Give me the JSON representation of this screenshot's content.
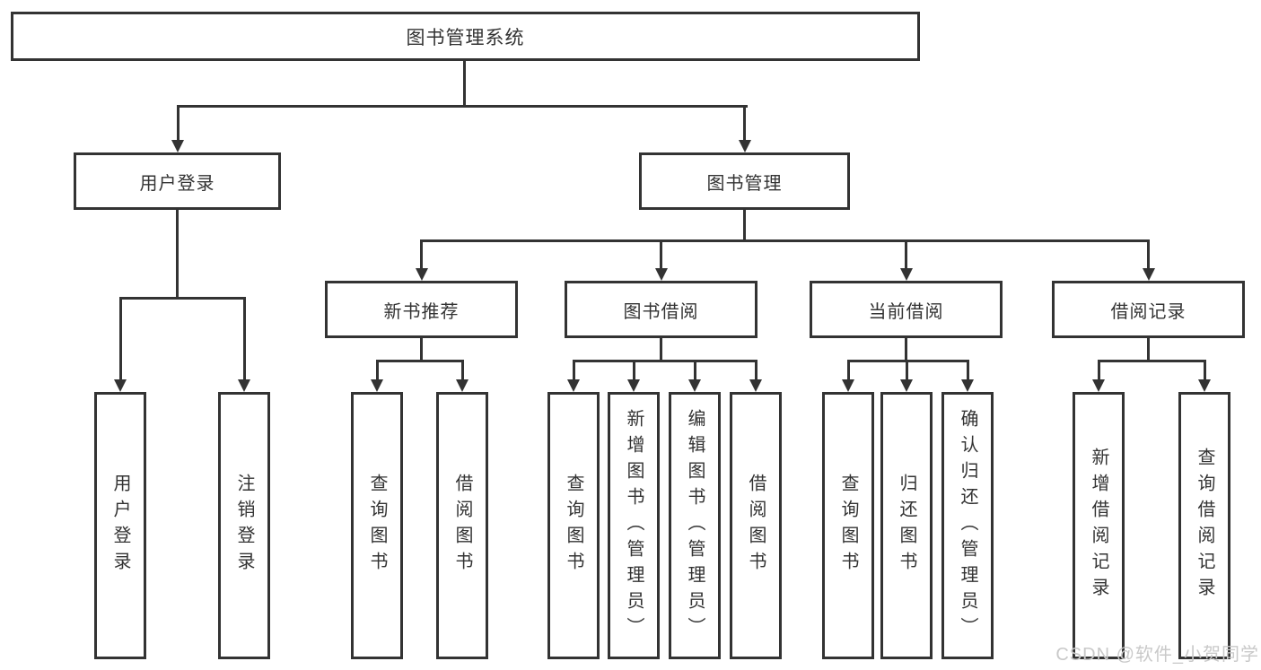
{
  "tree": {
    "root": "图书管理系统",
    "level2": [
      {
        "id": "user-login",
        "label": "用户登录"
      },
      {
        "id": "book-management",
        "label": "图书管理"
      }
    ],
    "level3": [
      {
        "id": "new-book-recommend",
        "label": "新书推荐"
      },
      {
        "id": "book-borrowing",
        "label": "图书借阅"
      },
      {
        "id": "current-borrowing",
        "label": "当前借阅"
      },
      {
        "id": "borrowing-records",
        "label": "借阅记录"
      }
    ],
    "leafGroups": [
      {
        "parent": "用户登录",
        "leaves": [
          "用户登录",
          "注销登录"
        ]
      },
      {
        "parent": "新书推荐",
        "leaves": [
          "查询图书",
          "借阅图书"
        ]
      },
      {
        "parent": "图书借阅",
        "leaves": [
          "查询图书",
          "新增图书（管理员）",
          "编辑图书（管理员）",
          "借阅图书"
        ]
      },
      {
        "parent": "当前借阅",
        "leaves": [
          "查询图书",
          "归还图书",
          "确认归还（管理员）"
        ]
      },
      {
        "parent": "借阅记录",
        "leaves": [
          "新增借阅记录",
          "查询借阅记录"
        ]
      }
    ]
  },
  "watermark": "CSDN @软件_小贺同学",
  "colors": {
    "line": "#333333",
    "text": "#333333",
    "watermark": "#c9c9c9",
    "background": "#ffffff"
  }
}
